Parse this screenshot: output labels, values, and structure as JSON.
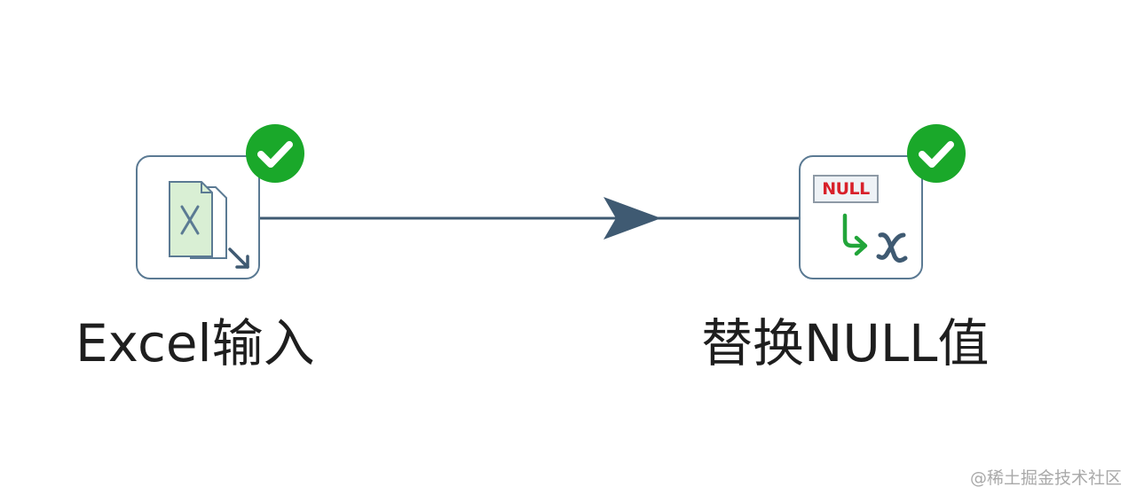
{
  "steps": [
    {
      "id": "excel-input",
      "label": "Excel输入",
      "icon": "excel-input-icon",
      "status": "ok"
    },
    {
      "id": "replace-null",
      "label": "替换NULL值",
      "icon": "replace-null-icon",
      "badge": "NULL",
      "status": "ok"
    }
  ],
  "hops": [
    {
      "from": "excel-input",
      "to": "replace-null"
    }
  ],
  "colors": {
    "node_border": "#5b7a93",
    "hop": "#3f5a72",
    "status_ok": "#1aa82a",
    "null_text": "#d8202a",
    "excel_green": "#d9efd4",
    "arrow_green": "#22a53a"
  },
  "watermark": "@稀土掘金技术社区"
}
